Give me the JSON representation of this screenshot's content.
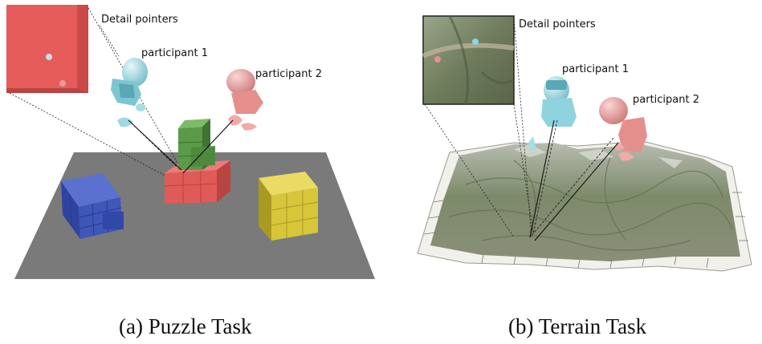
{
  "panels": [
    {
      "labels": {
        "detail_pointers": "Detail pointers",
        "participant_1": "participant 1",
        "participant_2": "participant 2"
      },
      "caption": "(a) Puzzle Task"
    },
    {
      "labels": {
        "detail_pointers": "Detail pointers",
        "participant_1": "participant 1",
        "participant_2": "participant 2"
      },
      "caption": "(b) Terrain Task"
    }
  ],
  "colors": {
    "floor": "#7a7a7a",
    "red_block": "#e05a58",
    "green_block": "#5a9a48",
    "blue_block": "#3f57b8",
    "yellow_block": "#d8c63a",
    "avatar_cyan": "#8fd3de",
    "avatar_pink": "#e89a98",
    "terrain": "#7d8a6a"
  }
}
